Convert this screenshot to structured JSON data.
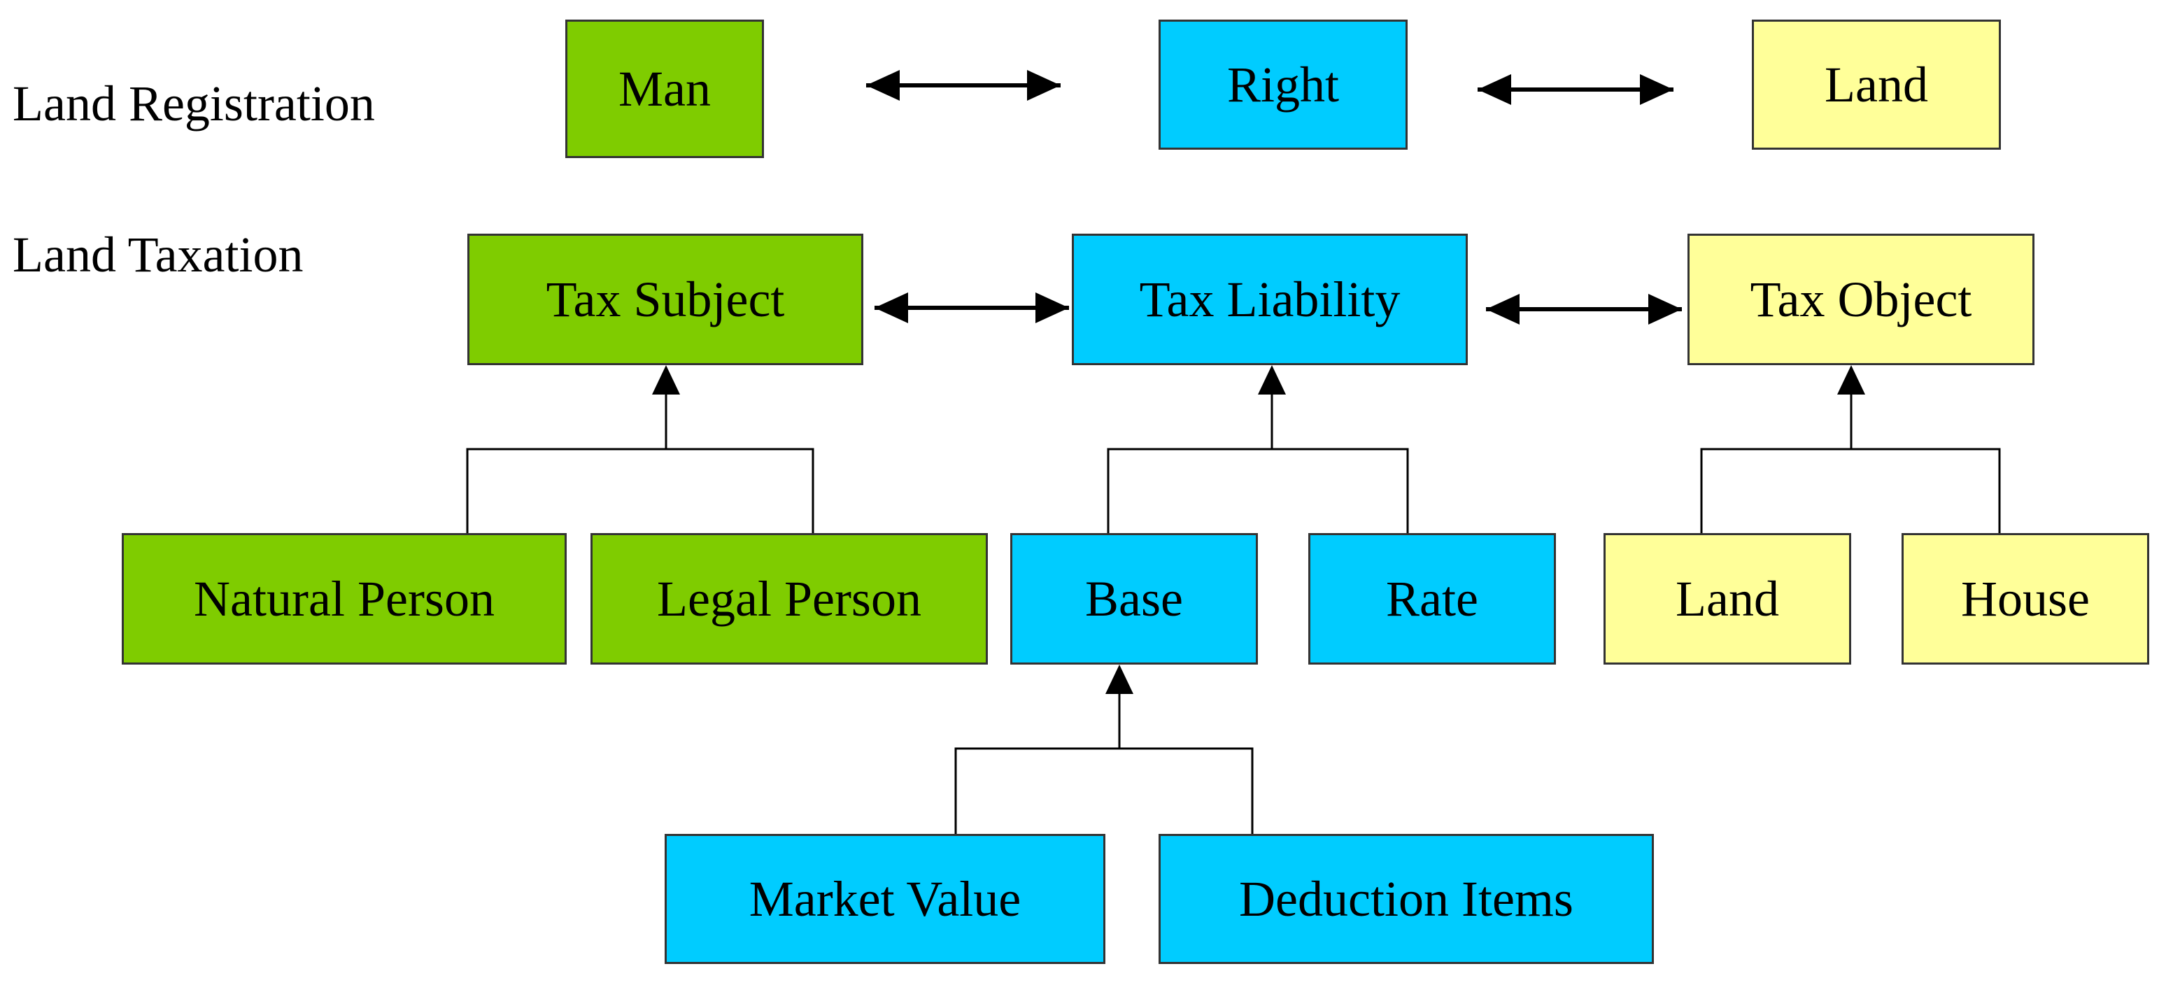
{
  "colors": {
    "subject_green": "#7fcc00",
    "liability_blue": "#00ccff",
    "object_yellow": "#ffff99",
    "border": "#333333",
    "arrow": "#000000"
  },
  "row_labels": {
    "registration": "Land Registration",
    "taxation": "Land Taxation"
  },
  "registration": {
    "man": "Man",
    "right": "Right",
    "land": "Land"
  },
  "taxation": {
    "tax_subject": "Tax Subject",
    "tax_liability": "Tax Liability",
    "tax_object": "Tax Object"
  },
  "subject_parts": {
    "natural_person": "Natural Person",
    "legal_person": "Legal Person"
  },
  "liability_parts": {
    "base": "Base",
    "rate": "Rate"
  },
  "object_parts": {
    "land": "Land",
    "house": "House"
  },
  "base_parts": {
    "market_value": "Market Value",
    "deduction_items": "Deduction Items"
  }
}
